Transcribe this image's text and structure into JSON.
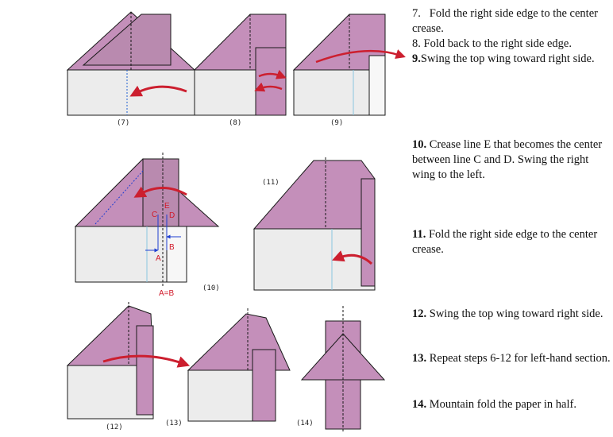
{
  "step_labels": {
    "s7": "(7)",
    "s8": "(8)",
    "s9": "(9)",
    "s10": "(10)",
    "s11": "(11)",
    "s12": "(12)",
    "s13": "(13)",
    "s14": "(14)"
  },
  "crease_letters": {
    "a": "A",
    "b": "B",
    "c": "C",
    "d": "D",
    "e": "E",
    "ab": "A=B"
  },
  "instructions": {
    "i7_num": "7.",
    "i7_text": "Fold the right side edge to the center crease.",
    "i8_num": "8.",
    "i8_text": "Fold back to the right side edge.",
    "i9_num": "9.",
    "i9_text": "Swing the top wing toward right side.",
    "i10_num": "10.",
    "i10_text": "Crease line E that becomes the center between line C and D. Swing the right wing to the left.",
    "i11_num": "11.",
    "i11_text": "Fold the right side edge to the center crease.",
    "i12_num": "12.",
    "i12_text": "Swing the top wing toward right side.",
    "i13_num": "13.",
    "i13_text": "Repeat  steps 6-12 for left-hand section.",
    "i14_num": "14.",
    "i14_text": "Mountain fold the paper in half."
  },
  "colors": {
    "purple": "#c48fba",
    "paper": "#ececec",
    "arrow": "#cc1f2f",
    "outline": "#1a1a1a"
  }
}
